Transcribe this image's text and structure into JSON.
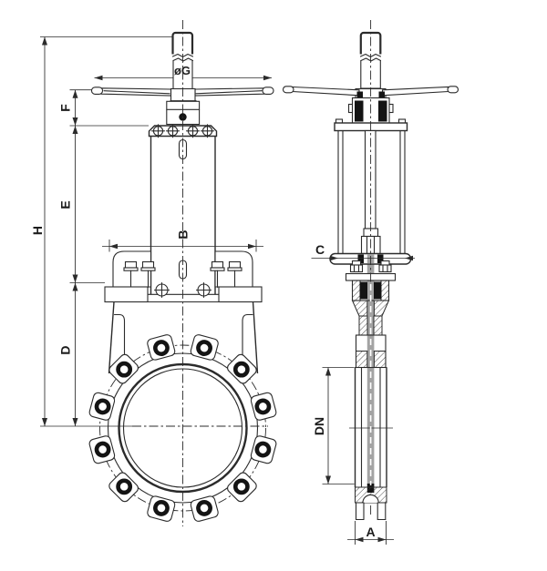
{
  "drawing": {
    "labels": {
      "overall_height": "H",
      "handwheel_height": "F",
      "bonnet_height": "E",
      "body_height": "D",
      "gland_width": "B",
      "handwheel_diameter": "øG",
      "yoke_width": "C",
      "nominal_diameter": "DN",
      "face_to_face": "A"
    },
    "colors": {
      "line": "#2b2b2b",
      "background": "#ffffff",
      "gate": "#a3a3a3",
      "packing": "#141414"
    }
  }
}
